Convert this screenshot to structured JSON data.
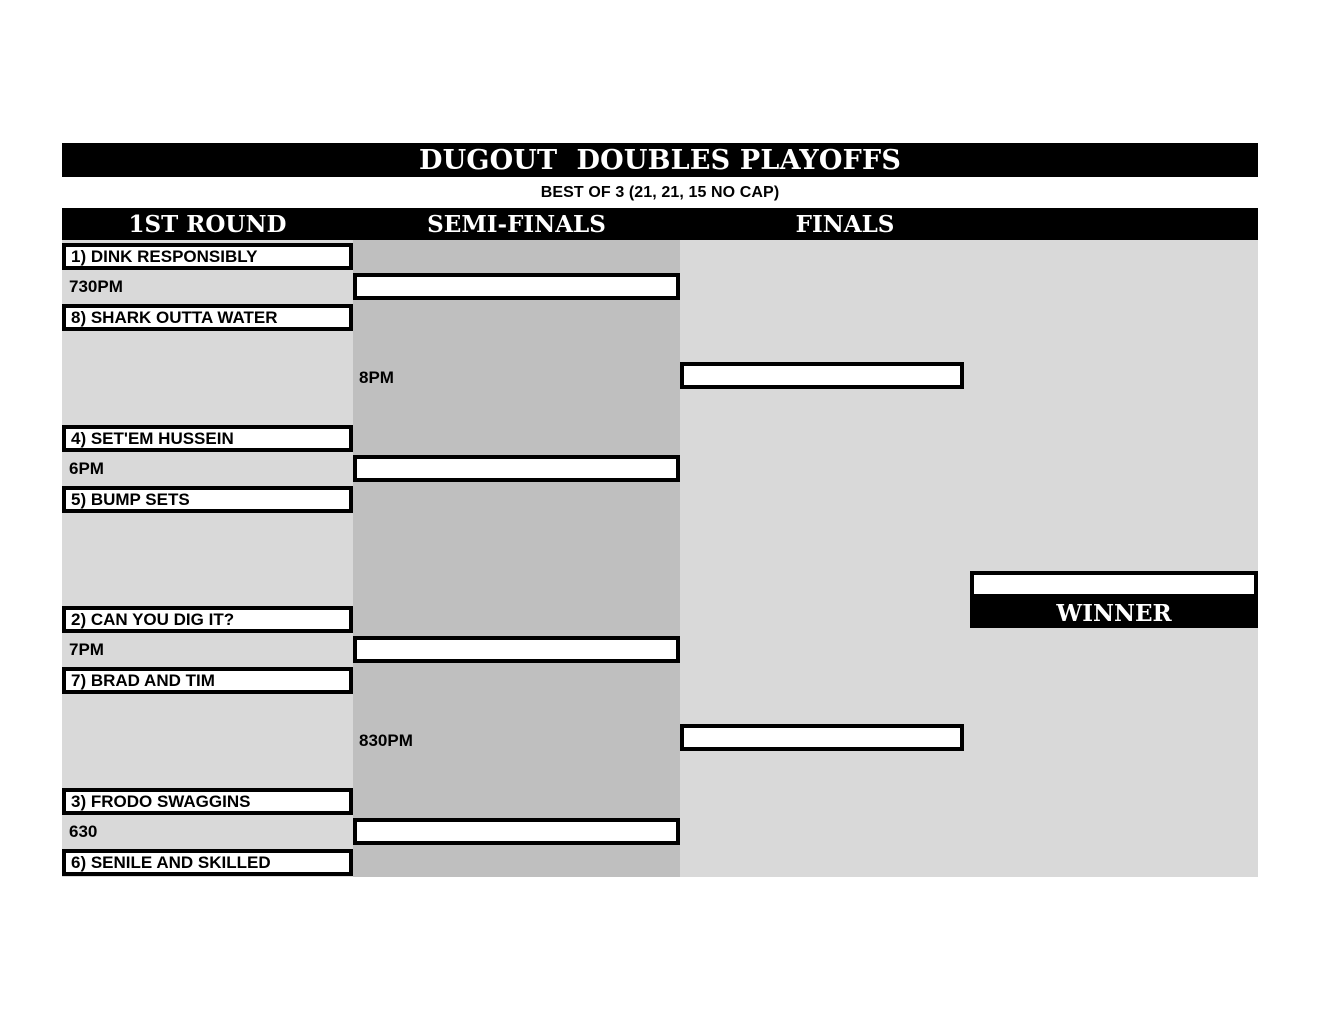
{
  "header": {
    "title": "DUGOUT  DOUBLES PLAYOFFS",
    "subtitle": "BEST OF 3 (21, 21, 15 NO CAP)"
  },
  "columns": {
    "round1": "1ST ROUND",
    "semifinals": "SEMI-FINALS",
    "finals": "FINALS"
  },
  "round1": {
    "matches": [
      {
        "top_team": "1) DINK RESPONSIBLY",
        "time": "730PM",
        "bottom_team": "8) SHARK OUTTA WATER"
      },
      {
        "top_team": "4) SET'EM HUSSEIN",
        "time": "6PM",
        "bottom_team": "5) BUMP SETS"
      },
      {
        "top_team": "2) CAN YOU DIG IT?",
        "time": "7PM",
        "bottom_team": "7) BRAD AND TIM"
      },
      {
        "top_team": "3) FRODO SWAGGINS",
        "time": "630",
        "bottom_team": "6) SENILE AND SKILLED"
      }
    ]
  },
  "semifinals": {
    "matches": [
      {
        "time": "8PM",
        "top_slot": "",
        "bottom_slot": ""
      },
      {
        "time": "830PM",
        "top_slot": "",
        "bottom_slot": ""
      }
    ]
  },
  "finals": {
    "top_slot": "",
    "bottom_slot": ""
  },
  "winner": {
    "slot": "",
    "label": "WINNER"
  },
  "colors": {
    "header_bar": "#000000",
    "header_text": "#ffffff",
    "round1_bg": "#d9d9d9",
    "semis_bg": "#bfbfbf",
    "finals_bg": "#d9d9d9",
    "box_border": "#000000",
    "box_fill": "#ffffff"
  }
}
